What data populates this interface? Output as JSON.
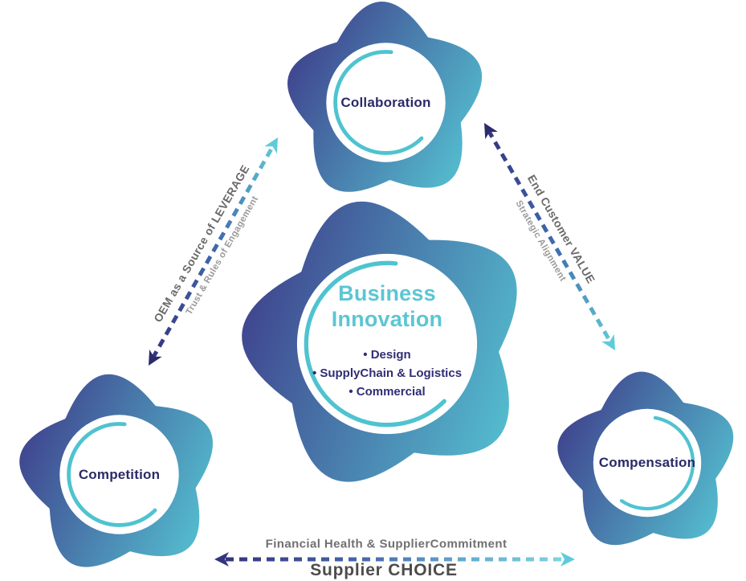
{
  "diagram": {
    "center": {
      "title": "Business Innovation",
      "bullets": [
        "• Design",
        "• SupplyChain & Logistics",
        "• Commercial"
      ]
    },
    "nodes": {
      "top": {
        "label": "Collaboration"
      },
      "bottom_left": {
        "label": "Competition"
      },
      "bottom_right": {
        "label": "Compensation"
      }
    },
    "connectors": {
      "left": {
        "primary": "OEM as a Source of LEVERAGE",
        "secondary": "Trust & Rules of Engagement"
      },
      "right": {
        "primary": "End Customer VALUE",
        "secondary": "Strategic Alignment"
      },
      "bottom": {
        "primary": "Financial Health & SupplierCommitment",
        "secondary": "Supplier CHOICE"
      }
    },
    "colors": {
      "blob_gradient_start": "#3E3C8A",
      "blob_gradient_end": "#55C3D2",
      "ring_teal": "#4FC3D0",
      "title_teal": "#5BC6D3",
      "label_navy": "#2B2A68",
      "bullet_navy": "#302D76",
      "arrow_navy": "#2C2B6B",
      "arrow_teal": "#5FCBD8",
      "connector_label_gray": "#6A6A6A",
      "connector_sublabel_gray": "#9B9B9B",
      "supplier_choice_gray": "#4C4C4C",
      "background": "#FFFFFF"
    }
  }
}
